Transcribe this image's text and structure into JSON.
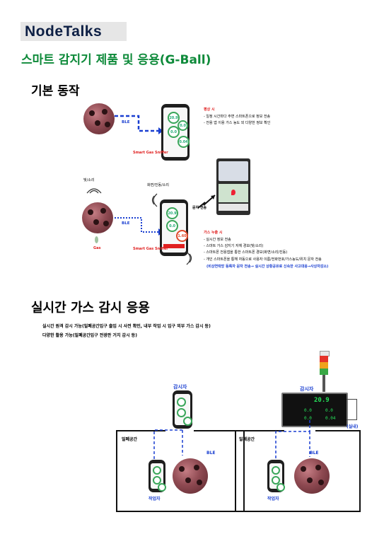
{
  "logo": {
    "text": "NodeTalks"
  },
  "header": {
    "title": "스마트 감지기 제품 및 응용(G-Ball)"
  },
  "basic": {
    "title": "기본 동작",
    "ble_label_1": "BLE",
    "ble_label_2": "BLE",
    "sniffer_label_1": "Smart Gas Sniffer",
    "sniffer_label_2": "Smart Gas Sniffer",
    "light_sound": "빛/소리",
    "screen_sound": "화면/진동/소리",
    "gas": "Gas",
    "sms": "문자 전송",
    "normal": {
      "heading": "평상 시",
      "items": [
        "-  일정 시간마다 주변 스마트폰으로 정보 전송",
        "-  전용 앱 이용 가스 농도 외 다양한 정보 확인"
      ]
    },
    "leak": {
      "heading": "가스 누출 시",
      "items": [
        "-  실시간 정보 전송",
        "-  스마트 가스 감지기 자체 경보(빛/소리)",
        "-  스마트폰 전용앱을 통한 스마트폰 경보(화면/소리/진동)",
        "-  개인 스마트폰을 통해 자동으로 사용자 이름/전화번호/가스농도/위치 문자 전송"
      ],
      "note": "(비상연락망 등록자 문자 전송→ 실시간 상황공유로 신속한 사고대응→사상자감소)"
    },
    "phone_values": [
      "20.9",
      "0.0",
      "0.04",
      "0.0"
    ],
    "alert_value": "1.60"
  },
  "realtime": {
    "title": "실시간 가스 감시 응용",
    "lines": [
      "실시간 원격 감시 가능(밀폐공간입구 출입 시 사전 확인, 내부 작업 시 입구 외부 가스 감시 등)",
      "다양한 활용 가능(밀폐공간입구 전광판 거치 감시 등)"
    ],
    "left": {
      "supervisor": "감시자",
      "space": "밀폐공간",
      "ble": "BLE",
      "worker": "작업자"
    },
    "right": {
      "supervisor": "감시자",
      "space": "밀폐공간",
      "ble": "BLE",
      "worker": "작업자",
      "indoor": "(실내)",
      "display_values": [
        "20.9",
        "0.0",
        "0.0",
        "0.04"
      ]
    }
  },
  "colors": {
    "title_green": "#0e8a3a",
    "ble_blue": "#1a3fd1",
    "alert_red": "#e02020"
  }
}
